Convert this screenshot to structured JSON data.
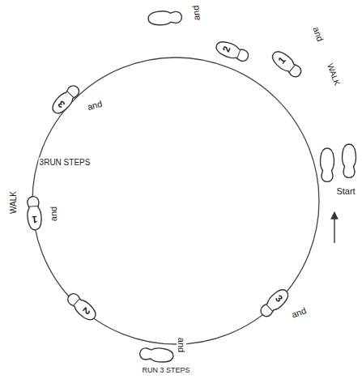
{
  "diagram": {
    "nodes": [
      {
        "text": [
          "1"
        ]
      },
      {
        "text": [
          "2"
        ]
      },
      {
        "text": [
          "3"
        ]
      },
      {
        "text": [
          "1"
        ]
      },
      {
        "text": [
          "2"
        ]
      },
      {
        "text": [
          "3"
        ]
      }
    ],
    "labels": [
      "and",
      "WALK",
      "and",
      "and",
      "3RUN STEPS",
      "WALK",
      "and",
      "and",
      "RUN 3 STEPS",
      "and",
      "Start"
    ]
  }
}
